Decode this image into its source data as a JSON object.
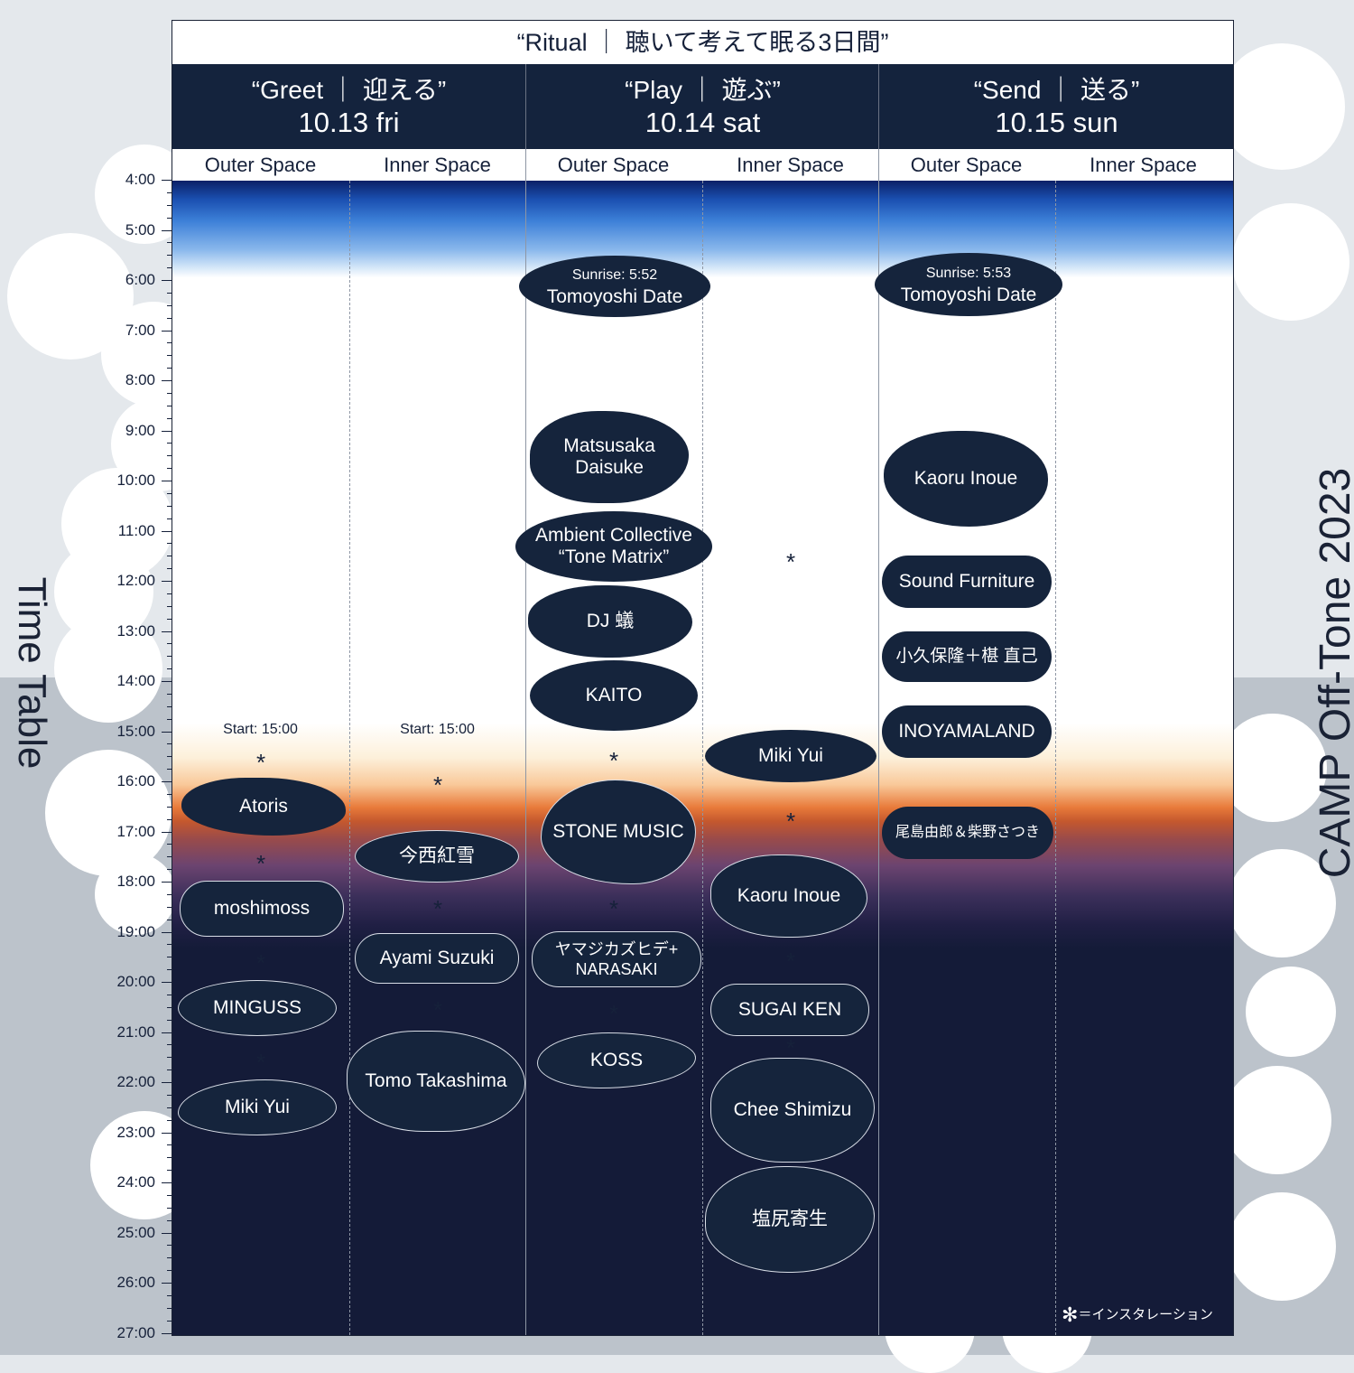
{
  "header": {
    "title": "“Ritual ｜ 聴いて考えて眠る3日間”",
    "side_title": "Time Table",
    "brand": "CAMP Off-Tone 2023"
  },
  "days": [
    {
      "theme": "“Greet ｜ 迎える”",
      "date": "10.13 fri"
    },
    {
      "theme": "“Play ｜ 遊ぶ”",
      "date": "10.14 sat"
    },
    {
      "theme": "“Send ｜ 送る”",
      "date": "10.15 sun"
    }
  ],
  "stages": [
    "Outer Space",
    "Inner Space",
    "Outer Space",
    "Inner Space",
    "Outer Space",
    "Inner Space"
  ],
  "times": [
    "4:00",
    "5:00",
    "6:00",
    "7:00",
    "8:00",
    "9:00",
    "10:00",
    "11:00",
    "12:00",
    "13:00",
    "14:00",
    "15:00",
    "16:00",
    "17:00",
    "18:00",
    "19:00",
    "20:00",
    "21:00",
    "22:00",
    "23:00",
    "24:00",
    "25:00",
    "26:00",
    "27:00"
  ],
  "notes": {
    "fri_outer_start": "Start: 15:00",
    "fri_inner_start": "Start: 15:00"
  },
  "installation_symbol": "*",
  "legend": {
    "symbol": "✻",
    "text": "＝インスタレーション"
  },
  "acts": {
    "fri_outer": [
      "Atoris",
      "moshimoss",
      "MINGUSS",
      "Miki Yui"
    ],
    "fri_inner": [
      "今西紅雪",
      "Ayami Suzuki",
      "Tomo Takashima"
    ],
    "sat_outer": {
      "sunrise": "Sunrise: 5:52",
      "sunrise_act": "Tomoyoshi Date",
      "list": [
        "Matsusaka Daisuke",
        "Ambient Collective",
        "“Tone Matrix”",
        "DJ 蟻",
        "KAITO",
        "STONE MUSIC",
        "ヤマジカズヒデ+",
        "NARASAKI",
        "KOSS"
      ]
    },
    "sat_inner": [
      "Miki Yui",
      "Kaoru Inoue",
      "SUGAI KEN",
      "Chee Shimizu",
      "塩尻寄生"
    ],
    "sun_outer": {
      "sunrise": "Sunrise: 5:53",
      "sunrise_act": "Tomoyoshi Date",
      "list": [
        "Kaoru Inoue",
        "Sound Furniture",
        "小久保隆＋椹 直己",
        "INOYAMALAND",
        "尾島由郎＆柴野さつき"
      ]
    }
  }
}
